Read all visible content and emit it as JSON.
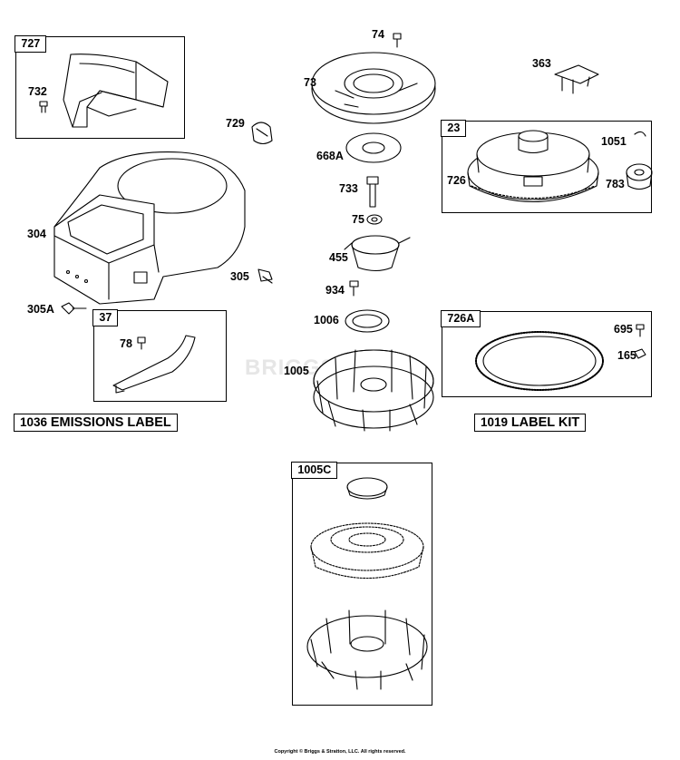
{
  "watermark": "BRIGGS",
  "copyright": "Copyright © Briggs & Stratton, LLC. All rights reserved.",
  "kits": {
    "emissions": {
      "number": "1036",
      "text": "EMISSIONS LABEL"
    },
    "label_kit": {
      "number": "1019",
      "text": "LABEL KIT"
    }
  },
  "boxes": {
    "b727": "727",
    "b37": "37",
    "b23": "23",
    "b726a": "726A",
    "b1005c": "1005C"
  },
  "callouts": {
    "c74": "74",
    "c363": "363",
    "c73": "73",
    "c732": "732",
    "c729": "729",
    "c668a": "668A",
    "c1051": "1051",
    "c726": "726",
    "c783": "783",
    "c733": "733",
    "c75": "75",
    "c304": "304",
    "c455": "455",
    "c305": "305",
    "c934": "934",
    "c305a": "305A",
    "c1006": "1006",
    "c695": "695",
    "c78": "78",
    "c165": "165",
    "c1005": "1005"
  }
}
